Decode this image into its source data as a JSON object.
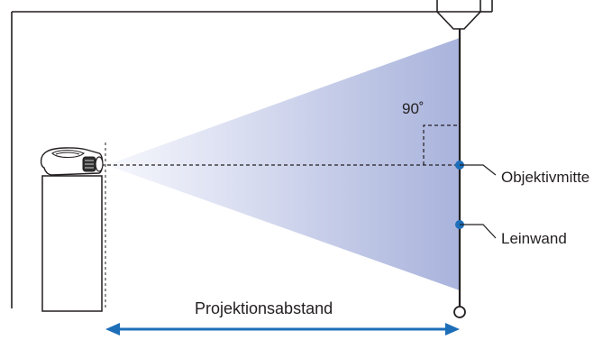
{
  "diagram": {
    "angle_label": "90˚",
    "callouts": [
      {
        "id": "objektivmitte",
        "label": "Objektivmitte"
      },
      {
        "id": "leinwand",
        "label": "Leinwand"
      }
    ],
    "distance_label": "Projektionsabstand",
    "colors": {
      "beam_dark": "#a9b3dc",
      "beam_light": "#f7f8fd",
      "accent_blue": "#1d6eb8",
      "line": "#231f20"
    },
    "icons": [
      "projector-icon",
      "ceiling-mount-icon"
    ]
  }
}
